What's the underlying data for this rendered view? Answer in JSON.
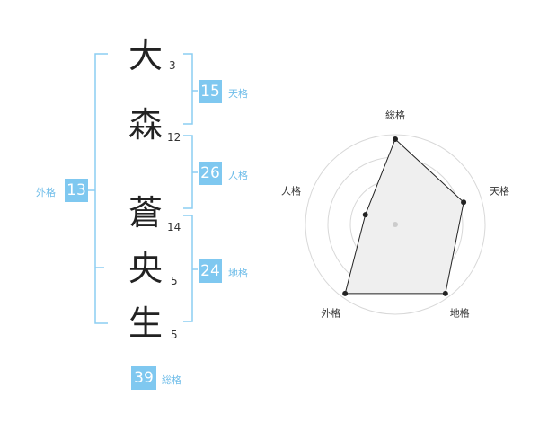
{
  "name": {
    "characters": [
      {
        "char": "大",
        "strokes": "3"
      },
      {
        "char": "森",
        "strokes": "12"
      },
      {
        "char": "蒼",
        "strokes": "14"
      },
      {
        "char": "央",
        "strokes": "5"
      },
      {
        "char": "生",
        "strokes": "5"
      }
    ]
  },
  "fortune": {
    "tenkaku": {
      "value": "15",
      "label": "天格"
    },
    "jinkaku": {
      "value": "26",
      "label": "人格"
    },
    "chikaku": {
      "value": "24",
      "label": "地格"
    },
    "gaikaku": {
      "value": "13",
      "label": "外格"
    },
    "soukaku": {
      "value": "39",
      "label": "総格"
    }
  },
  "colors": {
    "accent": "#7fc8f0",
    "bracket": "#8ccdf2",
    "label": "#6fbde9",
    "radar_fill": "#efefef"
  },
  "chart_data": {
    "type": "radar",
    "axes": [
      "総格",
      "天格",
      "地格",
      "外格",
      "人格"
    ],
    "values": [
      0.95,
      0.8,
      0.95,
      0.95,
      0.35
    ],
    "rings": 4
  }
}
